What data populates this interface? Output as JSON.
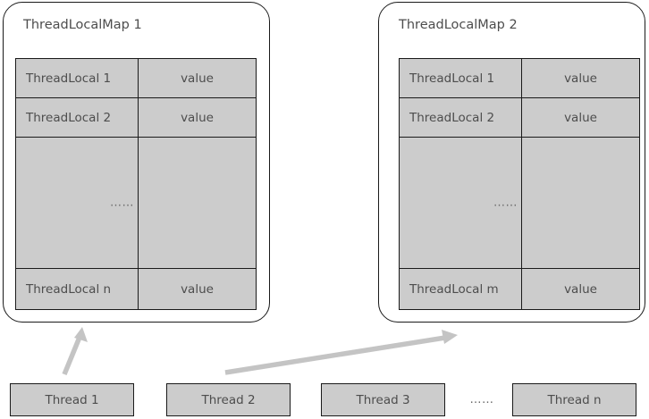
{
  "diagram": {
    "title_hidden": "",
    "colors": {
      "cell_fill": "#cccccc",
      "border": "#1a1a1a",
      "text": "#4d4d4d",
      "arrow": "#c4c4c4",
      "background": "#ffffff"
    },
    "ellipsis_text": "……"
  },
  "maps": [
    {
      "title": "ThreadLocalMap 1",
      "rows": [
        {
          "key": "ThreadLocal 1",
          "value": "value",
          "kind": "entry"
        },
        {
          "key": "ThreadLocal 2",
          "value": "value",
          "kind": "entry"
        },
        {
          "key": "",
          "value": "",
          "kind": "ellipsis",
          "ellipsis": "……"
        },
        {
          "key": "ThreadLocal n",
          "value": "value",
          "kind": "entry"
        }
      ]
    },
    {
      "title": "ThreadLocalMap 2",
      "rows": [
        {
          "key": "ThreadLocal 1",
          "value": "value",
          "kind": "entry"
        },
        {
          "key": "ThreadLocal 2",
          "value": "value",
          "kind": "entry"
        },
        {
          "key": "",
          "value": "",
          "kind": "ellipsis",
          "ellipsis": "……"
        },
        {
          "key": "ThreadLocal m",
          "value": "value",
          "kind": "entry"
        }
      ]
    }
  ],
  "threads": [
    {
      "label": "Thread 1"
    },
    {
      "label": "Thread 2"
    },
    {
      "label": "Thread 3"
    },
    {
      "label": "Thread n"
    }
  ],
  "threads_ellipsis": "……",
  "arrows": [
    {
      "name": "thread1-to-map1",
      "from": "Thread 1",
      "to": "ThreadLocalMap 1"
    },
    {
      "name": "thread2-to-map2",
      "from": "Thread 2",
      "to": "ThreadLocalMap 2"
    }
  ]
}
